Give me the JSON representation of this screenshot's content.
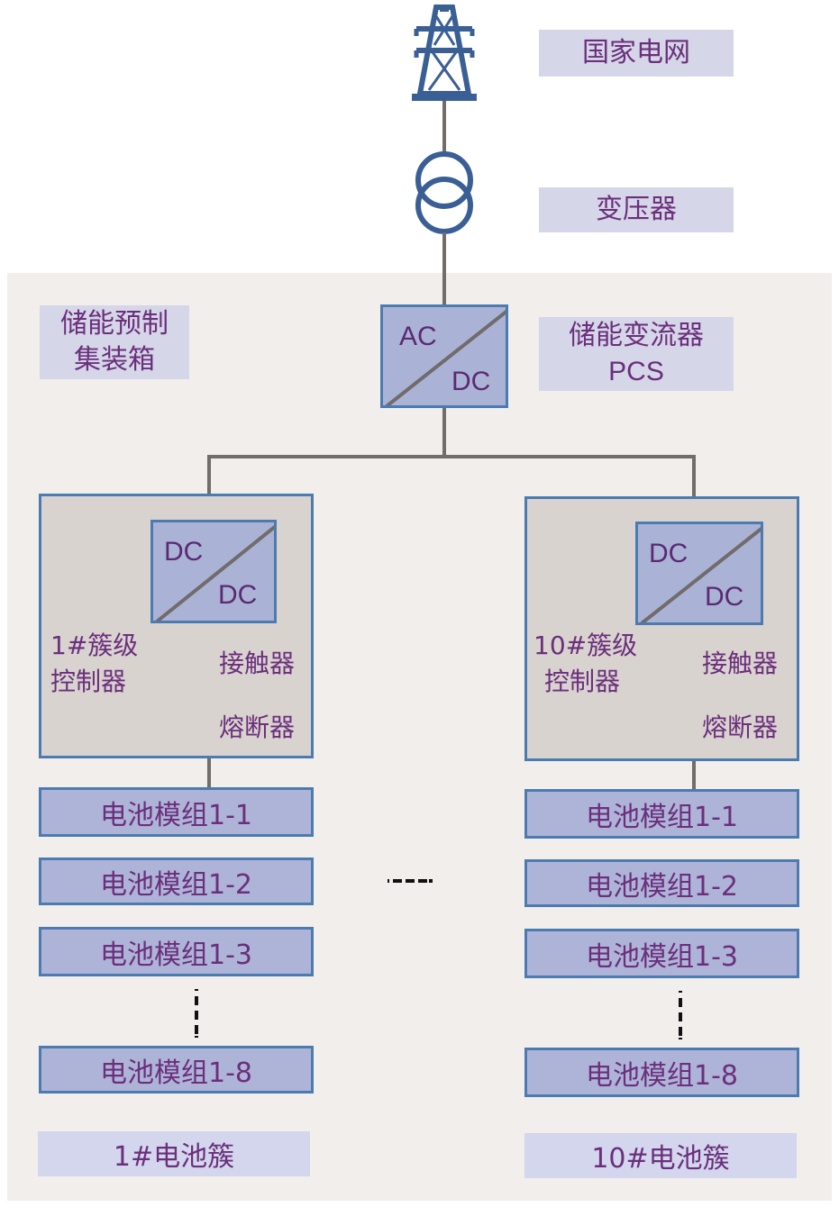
{
  "grid": {
    "label": "国家电网",
    "icon": "transmission-tower-icon"
  },
  "transformer": {
    "label": "变压器",
    "icon": "transformer-icon"
  },
  "container": {
    "label_line1": "储能预制",
    "label_line2": "集装箱"
  },
  "pcs": {
    "label_line1": "储能变流器",
    "label_line2": "PCS",
    "top": "AC",
    "bottom": "DC"
  },
  "clusters": [
    {
      "controller_line1": "1#簇级",
      "controller_line2": "控制器",
      "dcdc_top": "DC",
      "dcdc_bottom": "DC",
      "contactor": "接触器",
      "fuse": "熔断器",
      "modules": [
        "电池模组1-1",
        "电池模组1-2",
        "电池模组1-3",
        "电池模组1-8"
      ],
      "name": "1#电池簇"
    },
    {
      "controller_line1": "10#簇级",
      "controller_line2": "控制器",
      "dcdc_top": "DC",
      "dcdc_bottom": "DC",
      "contactor": "接触器",
      "fuse": "熔断器",
      "modules": [
        "电池模组1-1",
        "电池模组1-2",
        "电池模组1-3",
        "电池模组1-8"
      ],
      "name": "10#电池簇"
    }
  ],
  "colors": {
    "text": "#6b2f7c",
    "border": "#4b7bb0",
    "icon": "#3a5f95",
    "wire": "#726c6a"
  }
}
